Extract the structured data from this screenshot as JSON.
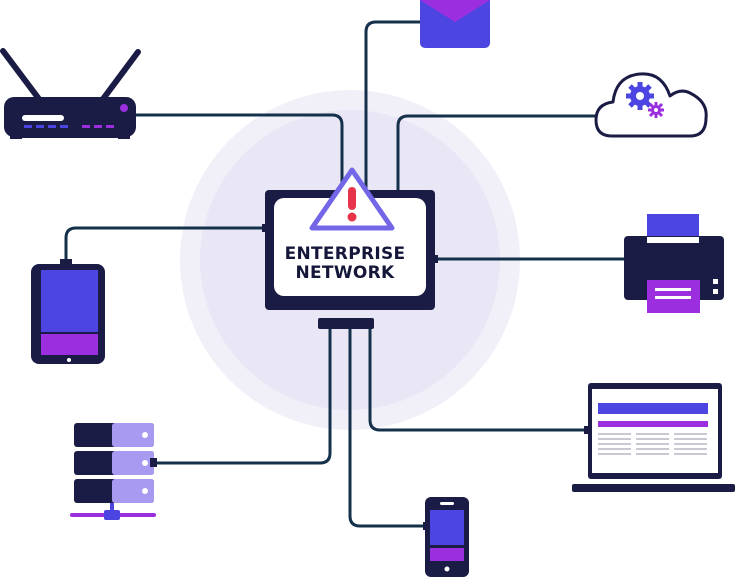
{
  "hub": {
    "line1": "ENTERPRISE",
    "line2": "NETWORK",
    "alert_icon": "warning-triangle-icon"
  },
  "devices": [
    {
      "name": "email",
      "icon": "envelope-icon"
    },
    {
      "name": "router",
      "icon": "wifi-router-icon"
    },
    {
      "name": "cloud",
      "icon": "cloud-settings-icon"
    },
    {
      "name": "tablet",
      "icon": "tablet-icon"
    },
    {
      "name": "printer",
      "icon": "printer-icon"
    },
    {
      "name": "laptop",
      "icon": "laptop-icon"
    },
    {
      "name": "server",
      "icon": "server-rack-icon"
    },
    {
      "name": "phone",
      "icon": "smartphone-icon"
    }
  ],
  "colors": {
    "navy": "#1b1c45",
    "line": "#14304a",
    "indigo": "#4c45e2",
    "purple": "#9b2fe0",
    "lavender": "#a79af0",
    "halo": "#ebeaf7",
    "alert_red": "#e8344b",
    "alert_border": "#7367e8"
  }
}
